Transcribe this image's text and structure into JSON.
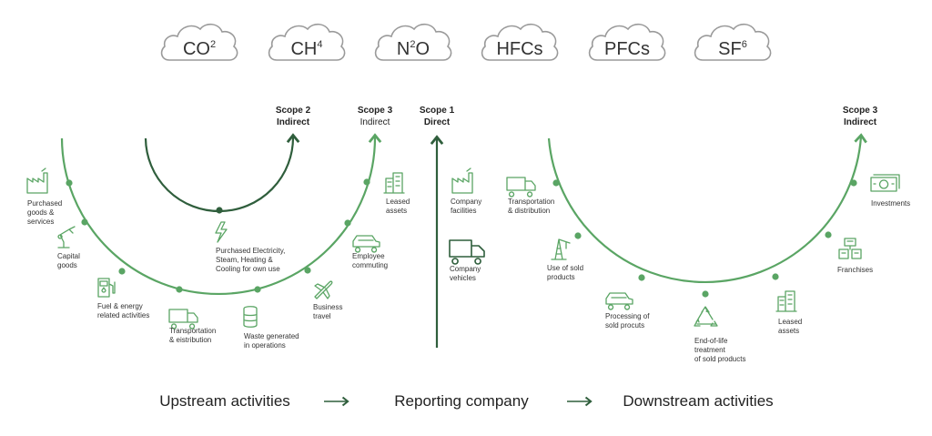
{
  "gases": [
    {
      "base": "CO",
      "sup": "2"
    },
    {
      "base": "CH",
      "sup": "4"
    },
    {
      "base": "N",
      "sup": "2",
      "tail": "O"
    },
    {
      "base": "HFCs",
      "sup": ""
    },
    {
      "base": "PFCs",
      "sup": ""
    },
    {
      "base": "SF",
      "sup": "6"
    }
  ],
  "scopes": {
    "scope2": {
      "title": "Scope 2",
      "sub": "Indirect"
    },
    "scope3_left": {
      "title": "Scope 3",
      "sub": "Indirect"
    },
    "scope1": {
      "title": "Scope 1",
      "sub": "Direct"
    },
    "scope3_right": {
      "title": "Scope 3",
      "sub": "Indirect"
    }
  },
  "upstream_items": [
    {
      "id": "purchased-goods",
      "icon": "factory-icon",
      "lines": [
        "Purchased",
        "goods &",
        "services"
      ]
    },
    {
      "id": "capital-goods",
      "icon": "robot-arm-icon",
      "lines": [
        "Capital",
        "goods"
      ]
    },
    {
      "id": "fuel-energy",
      "icon": "fuel-pump-icon",
      "lines": [
        "Fuel & energy",
        "related activities"
      ]
    },
    {
      "id": "transportation-up",
      "icon": "truck-icon",
      "lines": [
        "Transportation",
        "& eistribution"
      ]
    },
    {
      "id": "waste",
      "icon": "barrel-icon",
      "lines": [
        "Waste generated",
        "in operations"
      ]
    },
    {
      "id": "business-travel",
      "icon": "airplane-icon",
      "lines": [
        "Business",
        "travel"
      ]
    },
    {
      "id": "employee-commuting",
      "icon": "car-icon",
      "lines": [
        "Employee",
        "commuting"
      ]
    },
    {
      "id": "leased-assets-up",
      "icon": "building-icon",
      "lines": [
        "Leased",
        "assets"
      ]
    }
  ],
  "scope2_item": {
    "id": "purchased-electricity",
    "icon": "lightning-icon",
    "lines": [
      "Purchased Electricity,",
      "Steam, Heating &",
      "Cooling for own use"
    ]
  },
  "scope1_items": [
    {
      "id": "company-facilities",
      "icon": "factory-icon",
      "lines": [
        "Company",
        "facilities"
      ]
    },
    {
      "id": "company-vehicles",
      "icon": "truck-icon",
      "lines": [
        "Company",
        "vehicles"
      ]
    }
  ],
  "downstream_items": [
    {
      "id": "transportation-down",
      "icon": "truck-icon",
      "lines": [
        "Transportation",
        "& distribution"
      ]
    },
    {
      "id": "use-of-sold",
      "icon": "oil-rig-icon",
      "lines": [
        "Use of sold",
        "products"
      ]
    },
    {
      "id": "processing",
      "icon": "car-icon",
      "lines": [
        "Processing of",
        "sold procuts"
      ]
    },
    {
      "id": "end-of-life",
      "icon": "recycle-icon",
      "lines": [
        "End-of-life",
        "treatment",
        "of sold products"
      ]
    },
    {
      "id": "leased-assets-down",
      "icon": "building-icon",
      "lines": [
        "Leased",
        "assets"
      ]
    },
    {
      "id": "franchises",
      "icon": "shops-icon",
      "lines": [
        "Franchises"
      ]
    },
    {
      "id": "investments",
      "icon": "money-icon",
      "lines": [
        "Investments"
      ]
    }
  ],
  "bottom": {
    "upstream": "Upstream activities",
    "reporting": "Reporting company",
    "downstream": "Downstream activities"
  },
  "colors": {
    "light_green": "#5aa564",
    "dark_green": "#2f5e3c",
    "cloud_stroke": "#9a9a9a"
  }
}
